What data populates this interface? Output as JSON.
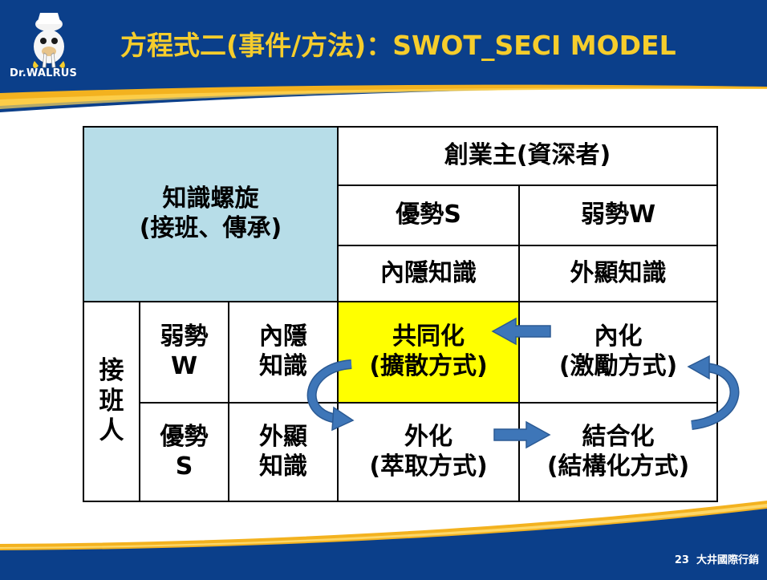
{
  "header": {
    "title": "方程式二(事件/方法)：SWOT_SECI  MODEL",
    "logo_text": "Dr.WALRUS",
    "logo_icon": "walrus-mascot-icon"
  },
  "colors": {
    "band": "#0b3f8a",
    "title": "#f6cd2c",
    "swoosh": "#f3b21f",
    "highlight": "#ffff00",
    "corner_cell": "#b7dde8",
    "arrow": "#3e76b8"
  },
  "table": {
    "corner": {
      "line1": "知識螺旋",
      "line2": "(接班、傳承)"
    },
    "founder_header": "創業主(資深者)",
    "founder_strength": "優勢S",
    "founder_weakness": "弱勢W",
    "founder_tacit": "內隱知識",
    "founder_explicit": "外顯知識",
    "successor_label": [
      "接",
      "班",
      "人"
    ],
    "row1": {
      "swot_line1": "弱勢",
      "swot_line2": "W",
      "knowledge_line1": "內隱",
      "knowledge_line2": "知識"
    },
    "row2": {
      "swot_line1": "優勢",
      "swot_line2": "S",
      "knowledge_line1": "外顯",
      "knowledge_line2": "知識"
    },
    "socialization": {
      "line1": "共同化",
      "line2": "(擴散方式)"
    },
    "internalization": {
      "line1": "內化",
      "line2": "(激勵方式)"
    },
    "externalization": {
      "line1": "外化",
      "line2": "(萃取方式)"
    },
    "combination": {
      "line1": "結合化",
      "line2": "(結構化方式)"
    }
  },
  "footer": {
    "page_number": "23",
    "company": "大井國際行銷"
  }
}
